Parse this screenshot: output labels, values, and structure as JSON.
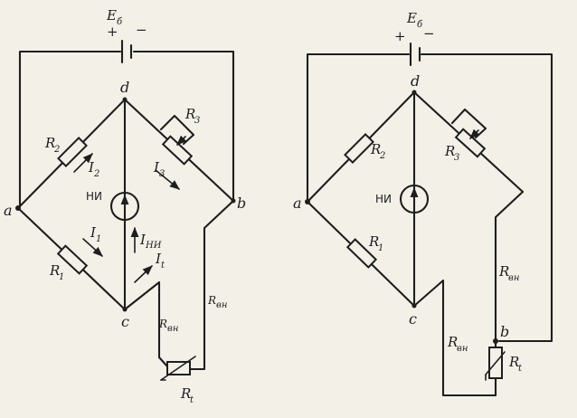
{
  "battery": {
    "label": "E",
    "sub": "б",
    "plus": "+",
    "minus": "−"
  },
  "nodes": {
    "a": "a",
    "b": "b",
    "c": "c",
    "d": "d"
  },
  "instrument": "НИ",
  "resistors": {
    "r1": {
      "label": "R",
      "sub": "1"
    },
    "r2": {
      "label": "R",
      "sub": "2"
    },
    "r3": {
      "label": "R",
      "sub": "3"
    },
    "rt": {
      "label": "R",
      "sub": "t"
    },
    "rvn": {
      "label": "R",
      "sub": "вн"
    }
  },
  "currents": {
    "i1": {
      "label": "I",
      "sub": "1"
    },
    "i2": {
      "label": "I",
      "sub": "2"
    },
    "i3": {
      "label": "I",
      "sub": "3"
    },
    "ini": {
      "label": "I",
      "sub": "НИ"
    },
    "it": {
      "label": "I",
      "sub": "t"
    }
  }
}
